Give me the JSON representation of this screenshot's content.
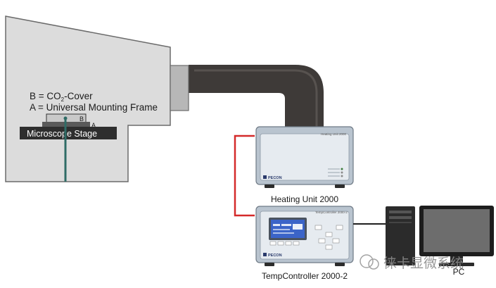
{
  "labels": {
    "b_prefix": "B = CO",
    "b_sub": "2",
    "b_suffix": "-Cover",
    "a_line": "A = Universal Mounting Frame",
    "b_letter": "B",
    "a_letter": "A",
    "stage": "Microscope Stage"
  },
  "devices": {
    "heating_unit": {
      "name": "Heating Unit 2000",
      "panel_title": "Heating Unit 2000",
      "brand": "PECON"
    },
    "temp_controller": {
      "name": "TempController 2000-2",
      "panel_title": "TempController 2000-2",
      "brand": "PECON"
    },
    "pc": {
      "name": "PC"
    }
  },
  "watermark": {
    "text": "徕卡显微系统"
  },
  "colors": {
    "housing": "#dcdcdc",
    "duct": "#3e3a38",
    "cable_red": "#d42a2a",
    "device_body": "#b9c4cf",
    "device_panel": "#e6ebf0",
    "screen": "#3b64c8",
    "optic": "#2f6c66"
  }
}
